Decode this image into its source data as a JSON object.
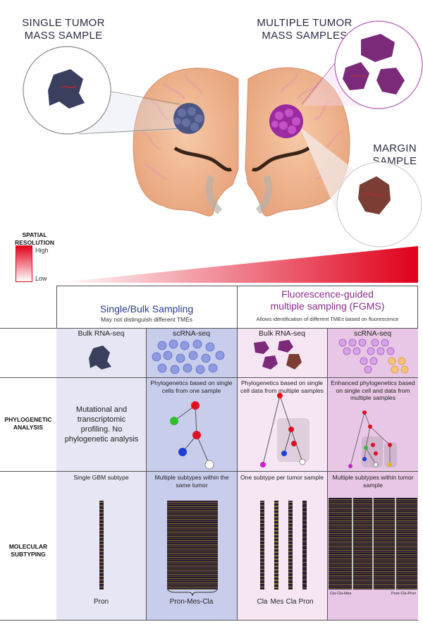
{
  "top": {
    "single_label_line1": "SINGLE TUMOR",
    "single_label_line2": "MASS SAMPLE",
    "multiple_label_line1": "MULTIPLE TUMOR",
    "multiple_label_line2": "MASS SAMPLES",
    "margin_label_line1": "MARGIN",
    "margin_label_line2": "SAMPLE"
  },
  "legend": {
    "title_line1": "SPATIAL",
    "title_line2": "RESOLUTION",
    "high": "High",
    "low": "Low"
  },
  "table": {
    "single_title": "Single/Bulk Sampling",
    "single_sub": "May not distinguish different TMEs",
    "fgms_title_line1": "Fluorescence-guided",
    "fgms_title_line2": "multiple sampling (FGMS)",
    "fgms_sub": "Allows identification of different TMEs based on fluorescence",
    "col_heads": [
      "Bulk RNA-seq",
      "scRNA-seq",
      "Bulk RNA-seq",
      "scRNA-seq"
    ],
    "row_labels": {
      "phylo_line1": "PHYLOGENETIC",
      "phylo_line2": "ANALYSIS",
      "molec_line1": "MOLECULAR",
      "molec_line2": "SUBTYPING"
    },
    "phylo_text": [
      "Mutational and transcriptomic profiling. No phylogenetic analysis",
      "Phylogenetics based on single cells from one sample",
      "Phylogenetics based on single cell data from multiple samples",
      "Enhanced phylogenetics based on single cell and data from multiple samples"
    ],
    "molec_text": [
      "Single GBM subtype",
      "Multiple subtypes within the same tumor",
      "One subtype per tumor sample",
      "Multiple subtypes within tumor sample"
    ],
    "molec_bottom": {
      "c1": "Pron",
      "c2": "Pron-Mes-Cla",
      "c3": [
        "Cla",
        "Mes",
        "Cla",
        "Pron"
      ],
      "c4_left": "Cla-Cla-Mes",
      "c4_right": "Pron-Cla-Pron"
    }
  },
  "colors": {
    "single_title": "#2b3a8c",
    "fgms_title": "#8b2c8b",
    "col1_bg": "#e6e6f4",
    "col2_bg": "#c9cdec",
    "col3_bg": "#f6e6f4",
    "col4_bg": "#e8c7e6",
    "tumor_dark": "#3b3f5e",
    "tumor_purple": "#7a2a78",
    "margin_brown": "#7b3e35",
    "gradient_red": "#e0001a"
  }
}
